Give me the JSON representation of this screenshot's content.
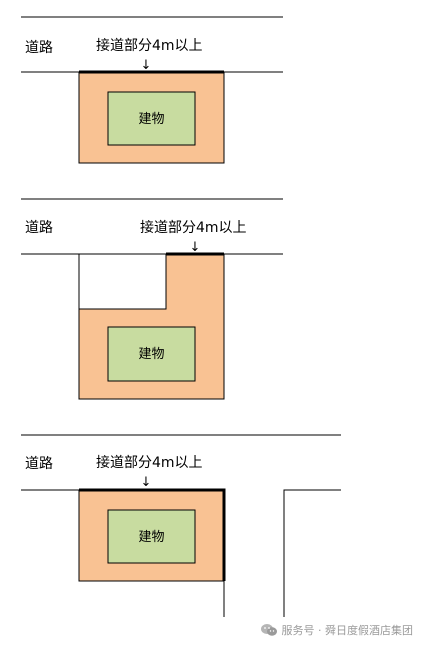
{
  "colors": {
    "lot_fill": "#f9c293",
    "building_fill": "#c8dca0",
    "line": "#000000",
    "watermark": "#9a9a9a"
  },
  "diagram1": {
    "road_label": "道路",
    "access_label": "接道部分4m以上",
    "arrow_glyph": "↓",
    "building_label": "建物"
  },
  "diagram2": {
    "road_label": "道路",
    "access_label": "接道部分4m以上",
    "arrow_glyph": "↓",
    "building_label": "建物"
  },
  "diagram3": {
    "road_label": "道路",
    "access_label": "接道部分4m以上",
    "arrow_glyph": "↓",
    "building_label": "建物"
  },
  "watermark": {
    "text": "服务号 · 舜日度假酒店集团",
    "icon": "wechat-icon"
  }
}
